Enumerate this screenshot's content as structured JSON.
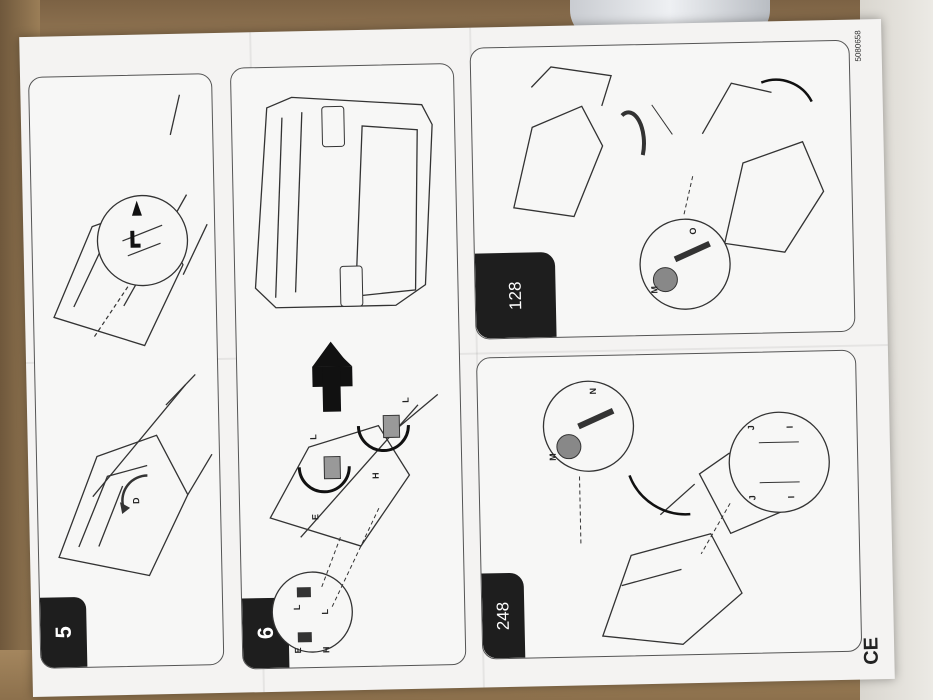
{
  "manual": {
    "doc_code": "5080658",
    "ce_mark": "CE",
    "steps": [
      {
        "number": "5",
        "labels": [
          "D"
        ]
      },
      {
        "number": "6",
        "labels": [
          "E",
          "L",
          "H",
          "L",
          "E",
          "L",
          "H",
          "L"
        ]
      }
    ],
    "variants": [
      {
        "size": "248",
        "labels": [
          "M",
          "N",
          "I",
          "J",
          "I",
          "J"
        ]
      },
      {
        "size": "128",
        "labels": [
          "M",
          "O"
        ]
      }
    ]
  }
}
